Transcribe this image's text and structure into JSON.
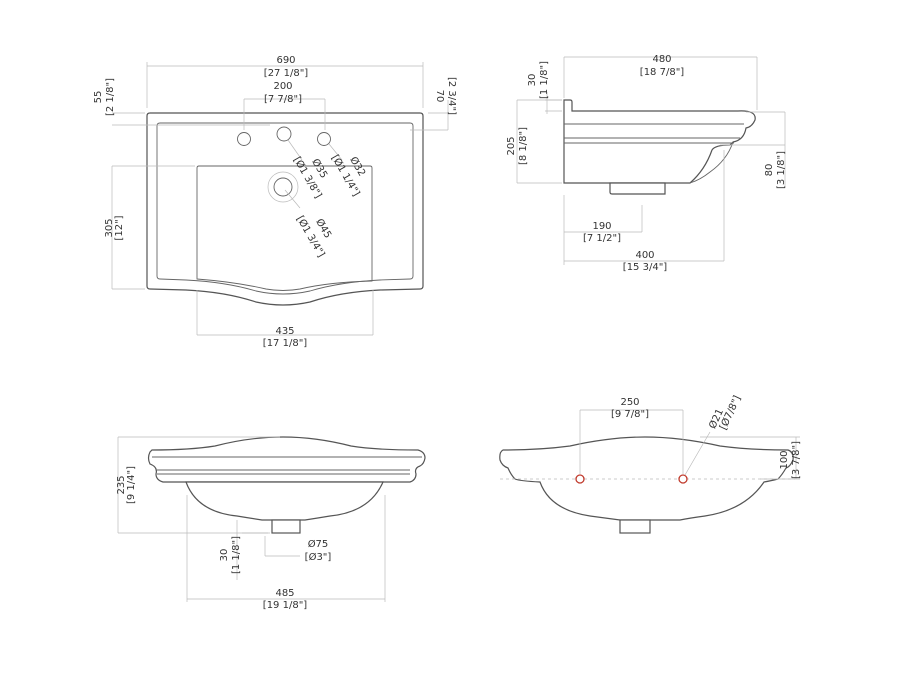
{
  "views": {
    "top": {
      "width": {
        "mm": "690",
        "in": "[27 1/8\"]"
      },
      "tap_spacing": {
        "mm": "200",
        "in": "[7 7/8\"]"
      },
      "rim_back": {
        "mm": "55",
        "in": "[2 1/8\"]"
      },
      "tap_offset": {
        "mm": "70",
        "in": "[2 3/4\"]"
      },
      "basin_depth": {
        "mm": "305",
        "in": "[12\"]"
      },
      "basin_width": {
        "mm": "435",
        "in": "[17 1/8\"]"
      },
      "center_hole": {
        "mm": "Ø35",
        "in": "[Ø1 3/8\"]"
      },
      "side_hole": {
        "mm": "Ø32",
        "in": "[Ø1 1/4\"]"
      },
      "drain": {
        "mm": "Ø45",
        "in": "[Ø1 3/4\"]"
      }
    },
    "side": {
      "depth": {
        "mm": "480",
        "in": "[18 7/8\"]"
      },
      "splash": {
        "mm": "30",
        "in": "[1 1/8\"]"
      },
      "height": {
        "mm": "205",
        "in": "[8 1/8\"]"
      },
      "rim": {
        "mm": "80",
        "in": "[3 1/8\"]"
      },
      "drain_pos": {
        "mm": "190",
        "in": "[7 1/2\"]"
      },
      "bowl_depth": {
        "mm": "400",
        "in": "[15 3/4\"]"
      }
    },
    "front": {
      "height": {
        "mm": "235",
        "in": "[9 1/4\"]"
      },
      "drain_len": {
        "mm": "30",
        "in": "[1 1/8\"]"
      },
      "drain_dia": {
        "mm": "Ø75",
        "in": "[Ø3\"]"
      },
      "bowl_width": {
        "mm": "485",
        "in": "[19 1/8\"]"
      }
    },
    "back": {
      "bracket_spacing": {
        "mm": "250",
        "in": "[9 7/8\"]"
      },
      "bracket_hole": {
        "mm": "Ø21",
        "in": "[Ø7/8\"]"
      },
      "bracket_height": {
        "mm": "100",
        "in": "[3 7/8\"]"
      }
    }
  },
  "colors": {
    "outline": "#555555",
    "dimension": "#bbbbbb",
    "bracket_hole": "#c0392b"
  }
}
